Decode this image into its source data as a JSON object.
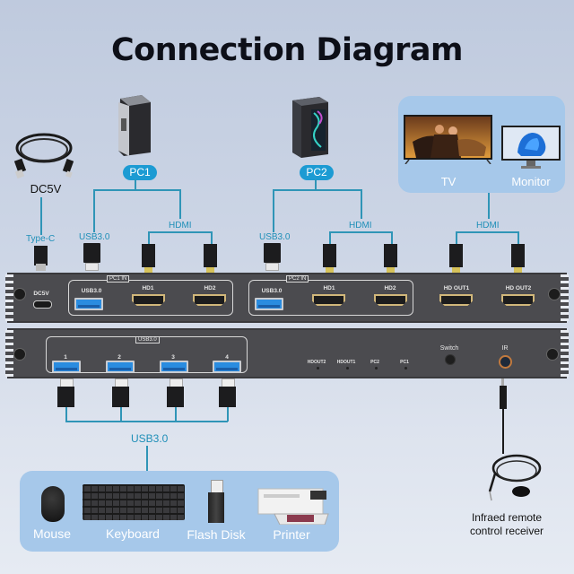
{
  "title": "Connection Diagram",
  "power": {
    "cable_label": "DC5V",
    "connector_label": "Type-C"
  },
  "pc1": {
    "label": "PC1",
    "usb_label": "USB3.0",
    "hdmi_label": "HDMI"
  },
  "pc2": {
    "label": "PC2",
    "usb_label": "USB3.0",
    "hdmi_label": "HDMI"
  },
  "displays": {
    "hdmi_label": "HDMI",
    "items": [
      {
        "label": "TV"
      },
      {
        "label": "Monitor"
      }
    ]
  },
  "front_panel": {
    "dc_label": "DC5V",
    "pc1_group": {
      "tag": "PC1 IN",
      "usb": "USB3.0",
      "hd1": "HD1",
      "hd2": "HD2"
    },
    "pc2_group": {
      "tag": "PC2 IN",
      "usb": "USB3.0",
      "hd1": "HD1",
      "hd2": "HD2"
    },
    "outputs": {
      "out1": "HD OUT1",
      "out2": "HD OUT2"
    }
  },
  "rear_panel": {
    "usb_group_tag": "USB3.0",
    "usb_ports": [
      "1",
      "2",
      "3",
      "4"
    ],
    "leds": [
      "HDOUT2",
      "HDOUT1",
      "PC2",
      "PC1"
    ],
    "switch_label": "Switch",
    "ir_label": "IR"
  },
  "peripherals": {
    "bus_label": "USB3.0",
    "items": [
      {
        "label": "Mouse"
      },
      {
        "label": "Keyboard"
      },
      {
        "label": "Flash Disk"
      },
      {
        "label": "Printer"
      }
    ]
  },
  "ir_receiver": {
    "label_line1": "Infraed remote",
    "label_line2": "control receiver"
  },
  "colors": {
    "accent_line": "#2f95b7",
    "pill": "#1c9bd3",
    "panel": "#4b4b4f",
    "box": "#a6c8ea"
  }
}
